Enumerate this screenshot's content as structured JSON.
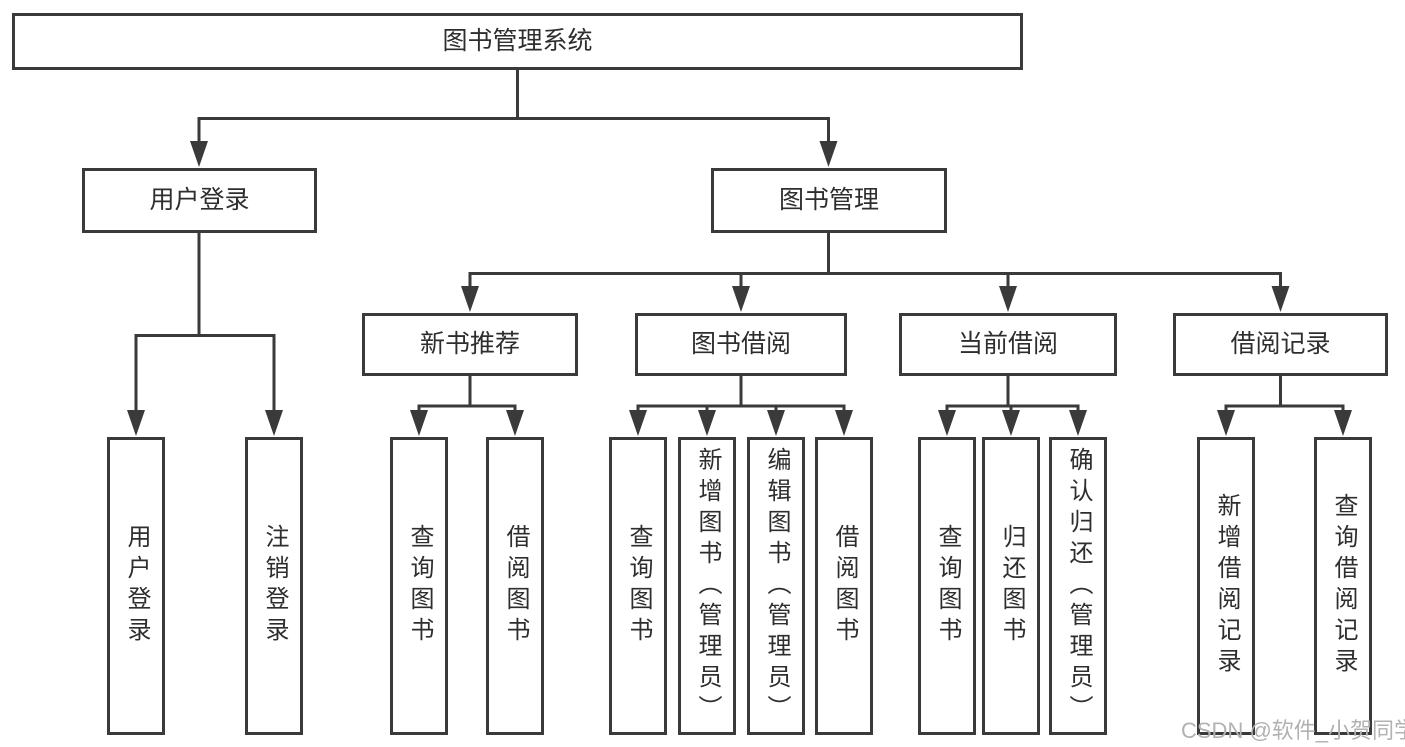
{
  "tree": {
    "label": "图书管理系统",
    "children": [
      {
        "label": "用户登录",
        "children": [
          {
            "label": "用户登录"
          },
          {
            "label": "注销登录"
          }
        ]
      },
      {
        "label": "图书管理",
        "children": [
          {
            "label": "新书推荐",
            "children": [
              {
                "label": "查询图书"
              },
              {
                "label": "借阅图书"
              }
            ]
          },
          {
            "label": "图书借阅",
            "children": [
              {
                "label": "查询图书"
              },
              {
                "label": "新增图书（管理员）"
              },
              {
                "label": "编辑图书（管理员）"
              },
              {
                "label": "借阅图书"
              }
            ]
          },
          {
            "label": "当前借阅",
            "children": [
              {
                "label": "查询图书"
              },
              {
                "label": "归还图书"
              },
              {
                "label": "确认归还（管理员）"
              }
            ]
          },
          {
            "label": "借阅记录",
            "children": [
              {
                "label": "新增借阅记录"
              },
              {
                "label": "查询借阅记录"
              }
            ]
          }
        ]
      }
    ]
  },
  "watermark": {
    "text": "CSDN @软件_小贺同学"
  },
  "colors": {
    "line": "#3a3a3a",
    "text": "#2e2e2e",
    "watermark": "#b2b2b2",
    "background": "#ffffff"
  }
}
